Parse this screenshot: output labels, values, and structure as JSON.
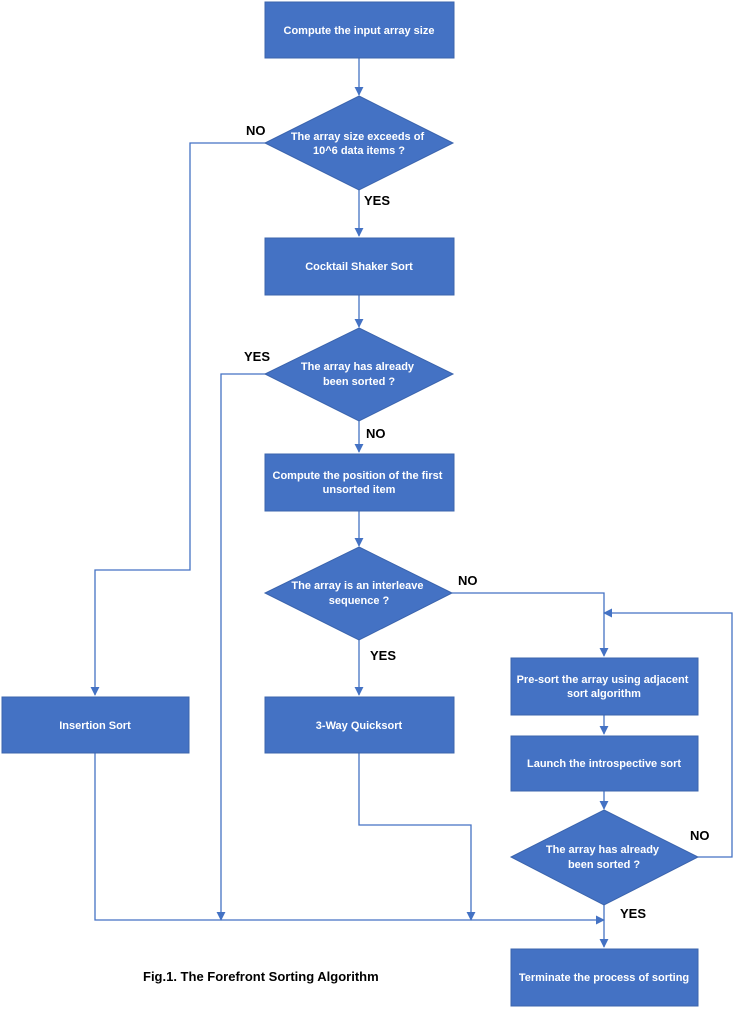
{
  "caption": "Fig.1. The Forefront Sorting Algorithm",
  "colors": {
    "node": "#4472c4",
    "edge": "#4472c4",
    "text": "#ffffff"
  },
  "nodes": {
    "compute_size": [
      "Compute the input array size"
    ],
    "size_check": [
      "The array size exceeds of",
      "10^6 data items ?"
    ],
    "cocktail": [
      "Cocktail Shaker Sort"
    ],
    "sorted_check_1": [
      "The array has already",
      "been sorted ?"
    ],
    "first_unsorted": [
      "Compute the position of the first",
      "unsorted item"
    ],
    "interleave_check": [
      "The array is an interleave",
      "sequence ?"
    ],
    "insertion": [
      "Insertion Sort"
    ],
    "quicksort": [
      "3-Way Quicksort"
    ],
    "presort": [
      "Pre-sort the array using adjacent",
      "sort algorithm"
    ],
    "introsort": [
      "Launch the introspective sort"
    ],
    "sorted_check_2": [
      "The array has already",
      "been sorted ?"
    ],
    "terminate": [
      "Terminate the process of sorting"
    ]
  },
  "labels": {
    "size_no": "NO",
    "size_yes": "YES",
    "sorted1_yes": "YES",
    "sorted1_no": "NO",
    "interleave_no": "NO",
    "interleave_yes": "YES",
    "sorted2_no": "NO",
    "sorted2_yes": "YES"
  }
}
